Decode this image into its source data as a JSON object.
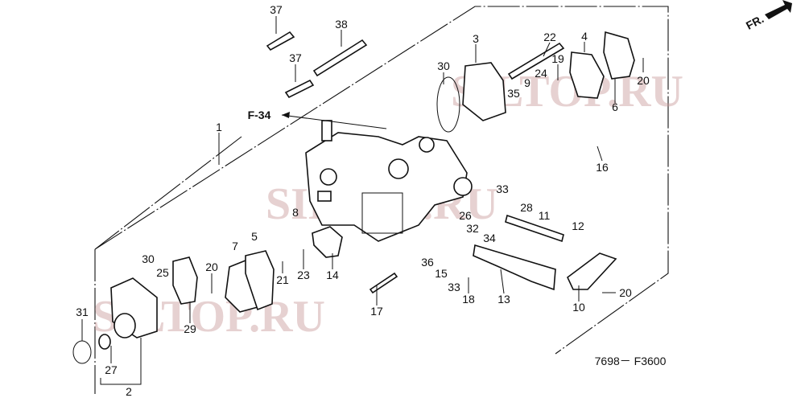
{
  "diagram": {
    "code": "7698－ F3600",
    "direction_marker": "FR.",
    "reference": "F-34",
    "watermark": "SILTOP.RU",
    "callouts": [
      "37",
      "38",
      "37",
      "1",
      "3",
      "30",
      "22",
      "4",
      "19",
      "9",
      "24",
      "35",
      "20",
      "6",
      "16",
      "33",
      "28",
      "26",
      "11",
      "12",
      "32",
      "34",
      "8",
      "5",
      "7",
      "30",
      "25",
      "20",
      "21",
      "23",
      "14",
      "36",
      "15",
      "33",
      "18",
      "13",
      "10",
      "20",
      "17",
      "31",
      "29",
      "27",
      "2"
    ]
  }
}
